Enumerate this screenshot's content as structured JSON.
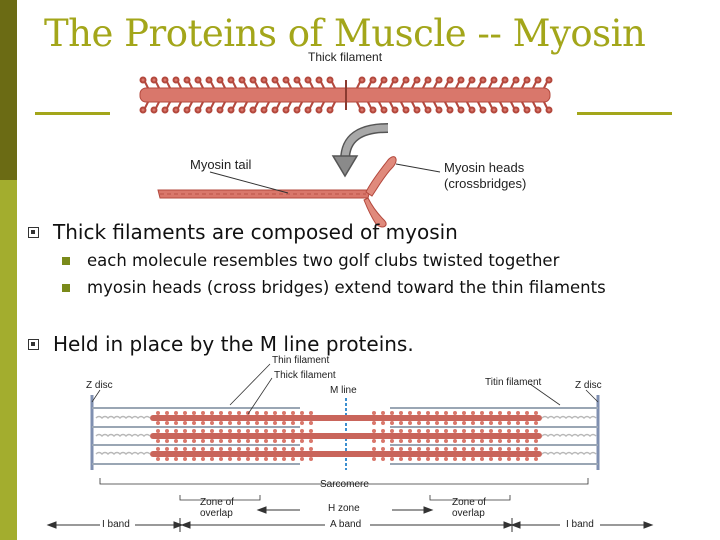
{
  "slide": {
    "title": "The Proteins of Muscle -- Myosin",
    "accent_color": "#a3a61a",
    "bar_dark": "#6b6b14",
    "bar_light": "#a3ad2e"
  },
  "top_figure": {
    "thick_filament_label": "Thick filament",
    "myosin_tail_label": "Myosin tail",
    "myosin_heads_label": "Myosin heads\n(crossbridges)",
    "filament_color": "#c9655b"
  },
  "bullets": [
    {
      "text": "Thick filaments are composed of myosin",
      "sub": [
        "each molecule resembles two golf clubs twisted together",
        "myosin heads (cross bridges) extend toward the thin filaments"
      ]
    },
    {
      "text": "Held in place by the M line proteins.",
      "sub": []
    }
  ],
  "sarcomere_figure": {
    "labels": {
      "thin_filament": "Thin filament",
      "thick_filament": "Thick filament",
      "z_disc_left": "Z disc",
      "m_line": "M line",
      "titin_filament": "Titin filament",
      "z_disc_right": "Z disc",
      "sarcomere": "Sarcomere",
      "zone_overlap_left": "Zone of\noverlap",
      "h_zone": "H zone",
      "zone_overlap_right": "Zone of\noverlap",
      "i_band_left": "I band",
      "a_band": "A band",
      "i_band_right": "I band"
    }
  }
}
